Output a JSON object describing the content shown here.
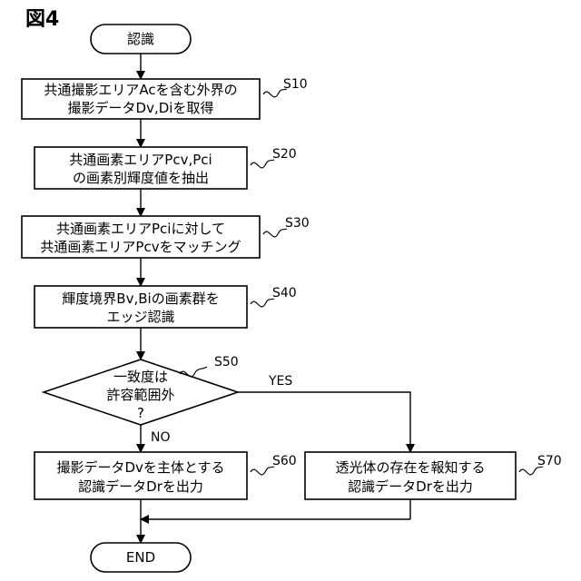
{
  "figure_title": "図4",
  "start_label": "認識",
  "end_label": "END",
  "steps": {
    "s10": {
      "lines": [
        "共通撮影エリアAcを含む外界の",
        "撮影データDv,Diを取得"
      ],
      "id": "S10"
    },
    "s20": {
      "lines": [
        "共通画素エリアPcv,Pci",
        "の画素別輝度値を抽出"
      ],
      "id": "S20"
    },
    "s30": {
      "lines": [
        "共通画素エリアPciに対して",
        "共通画素エリアPcvをマッチング"
      ],
      "id": "S30"
    },
    "s40": {
      "lines": [
        "輝度境界Bv,Biの画素群を",
        "エッジ認識"
      ],
      "id": "S40"
    },
    "s60": {
      "lines": [
        "撮影データDvを主体とする",
        "認識データDrを出力"
      ],
      "id": "S60"
    },
    "s70": {
      "lines": [
        "透光体の存在を報知する",
        "認識データDrを出力"
      ],
      "id": "S70"
    }
  },
  "decision": {
    "lines": [
      "一致度は",
      "許容範囲外",
      "?"
    ],
    "id": "S50",
    "yes_label": "YES",
    "no_label": "NO"
  }
}
